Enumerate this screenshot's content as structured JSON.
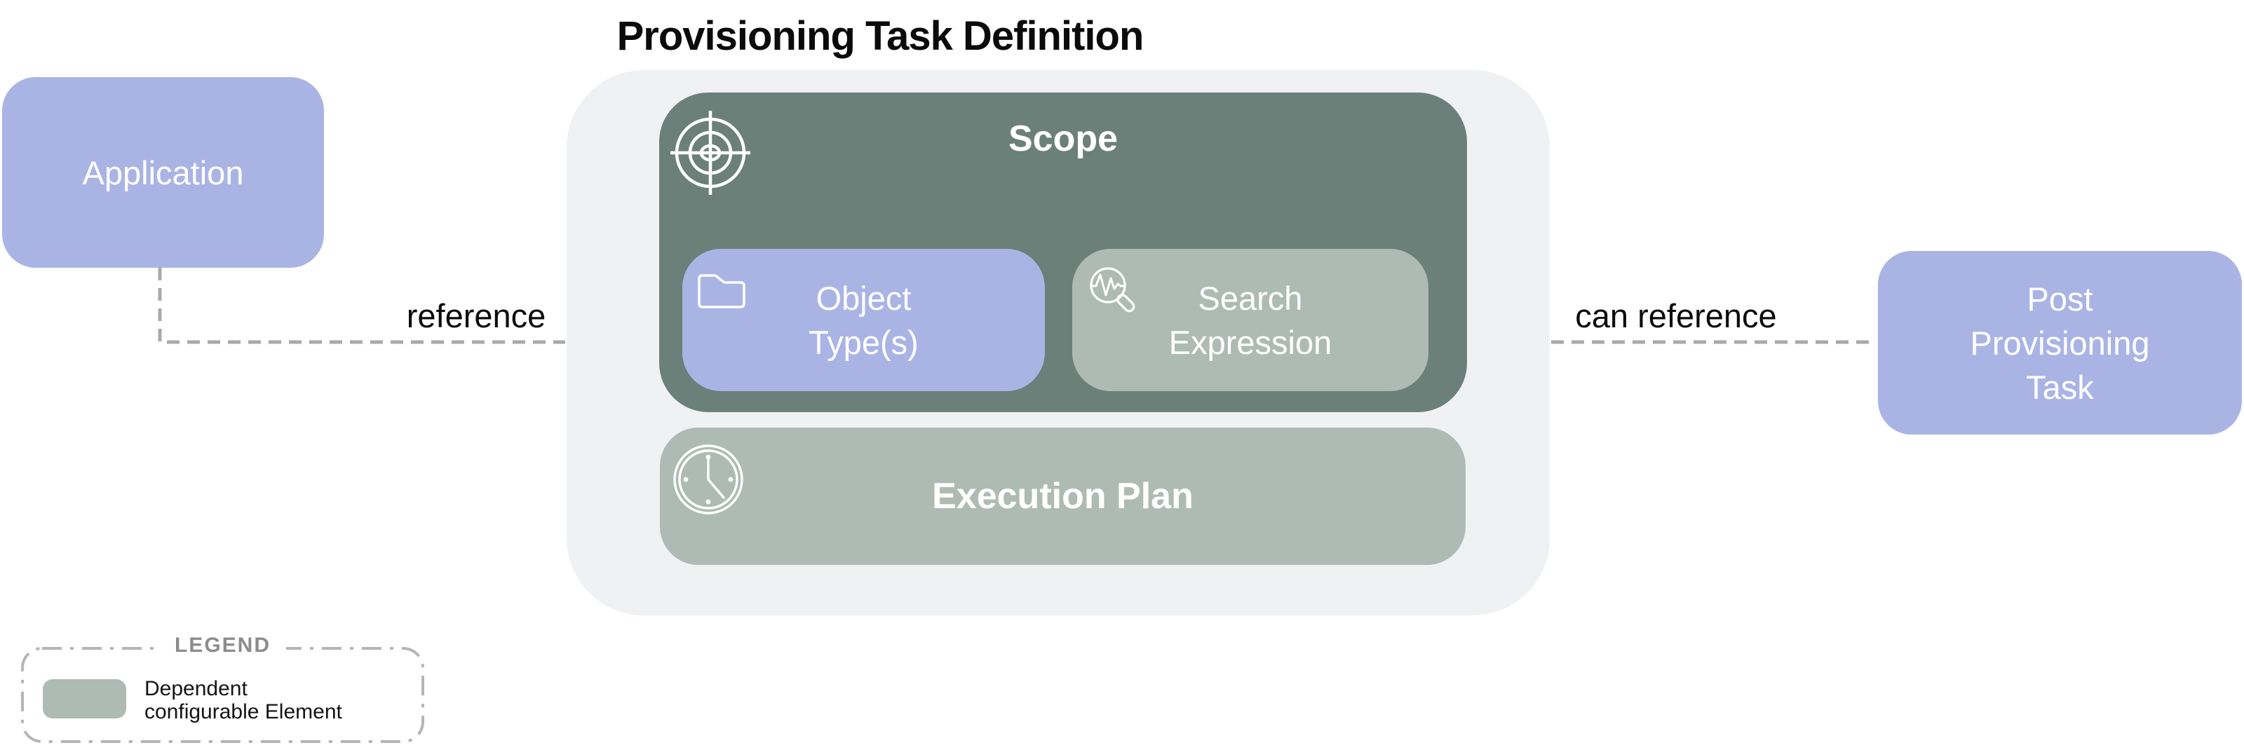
{
  "title": "Provisioning Task Definition",
  "nodes": {
    "application": {
      "label": "Application"
    },
    "scope": {
      "label": "Scope"
    },
    "object_types": {
      "lines": [
        "Object",
        "Type(s)"
      ]
    },
    "search_expression": {
      "lines": [
        "Search",
        "Expression"
      ]
    },
    "execution_plan": {
      "label": "Execution Plan"
    },
    "post_provisioning_task": {
      "lines": [
        "Post",
        "Provisioning",
        "Task"
      ]
    }
  },
  "edges": {
    "reference": {
      "label": "reference"
    },
    "can_reference": {
      "label": "can reference"
    }
  },
  "icons": [
    "target-icon",
    "folder-icon",
    "search-pulse-icon",
    "clock-icon"
  ],
  "legend": {
    "title": "LEGEND",
    "items": [
      {
        "swatch_color": "#aebbb5",
        "label_lines": [
          "Dependent",
          "configurable Element"
        ]
      }
    ]
  },
  "colors": {
    "lavender": "#aab4e4",
    "scope_green": "#6b8078",
    "sage": "#aebbb5",
    "container_gray": "#f0f1f3",
    "connector_gray": "#a9a9a9",
    "legend_border_gray": "#b5b5b5",
    "legend_title_gray": "#8c8c8c",
    "background": "#ffffff"
  }
}
